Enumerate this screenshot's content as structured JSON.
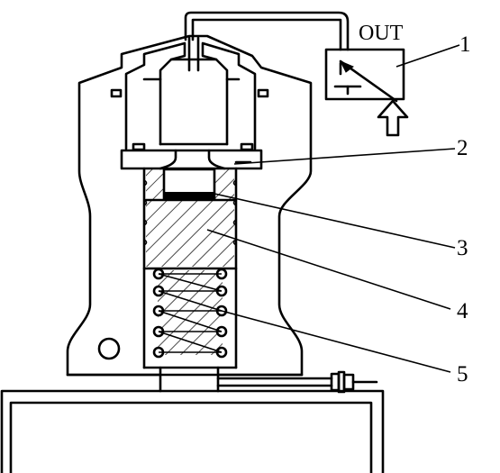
{
  "diagram": {
    "out_label": "OUT",
    "callouts": [
      {
        "number": "1"
      },
      {
        "number": "2"
      },
      {
        "number": "3"
      },
      {
        "number": "4"
      },
      {
        "number": "5"
      }
    ]
  }
}
